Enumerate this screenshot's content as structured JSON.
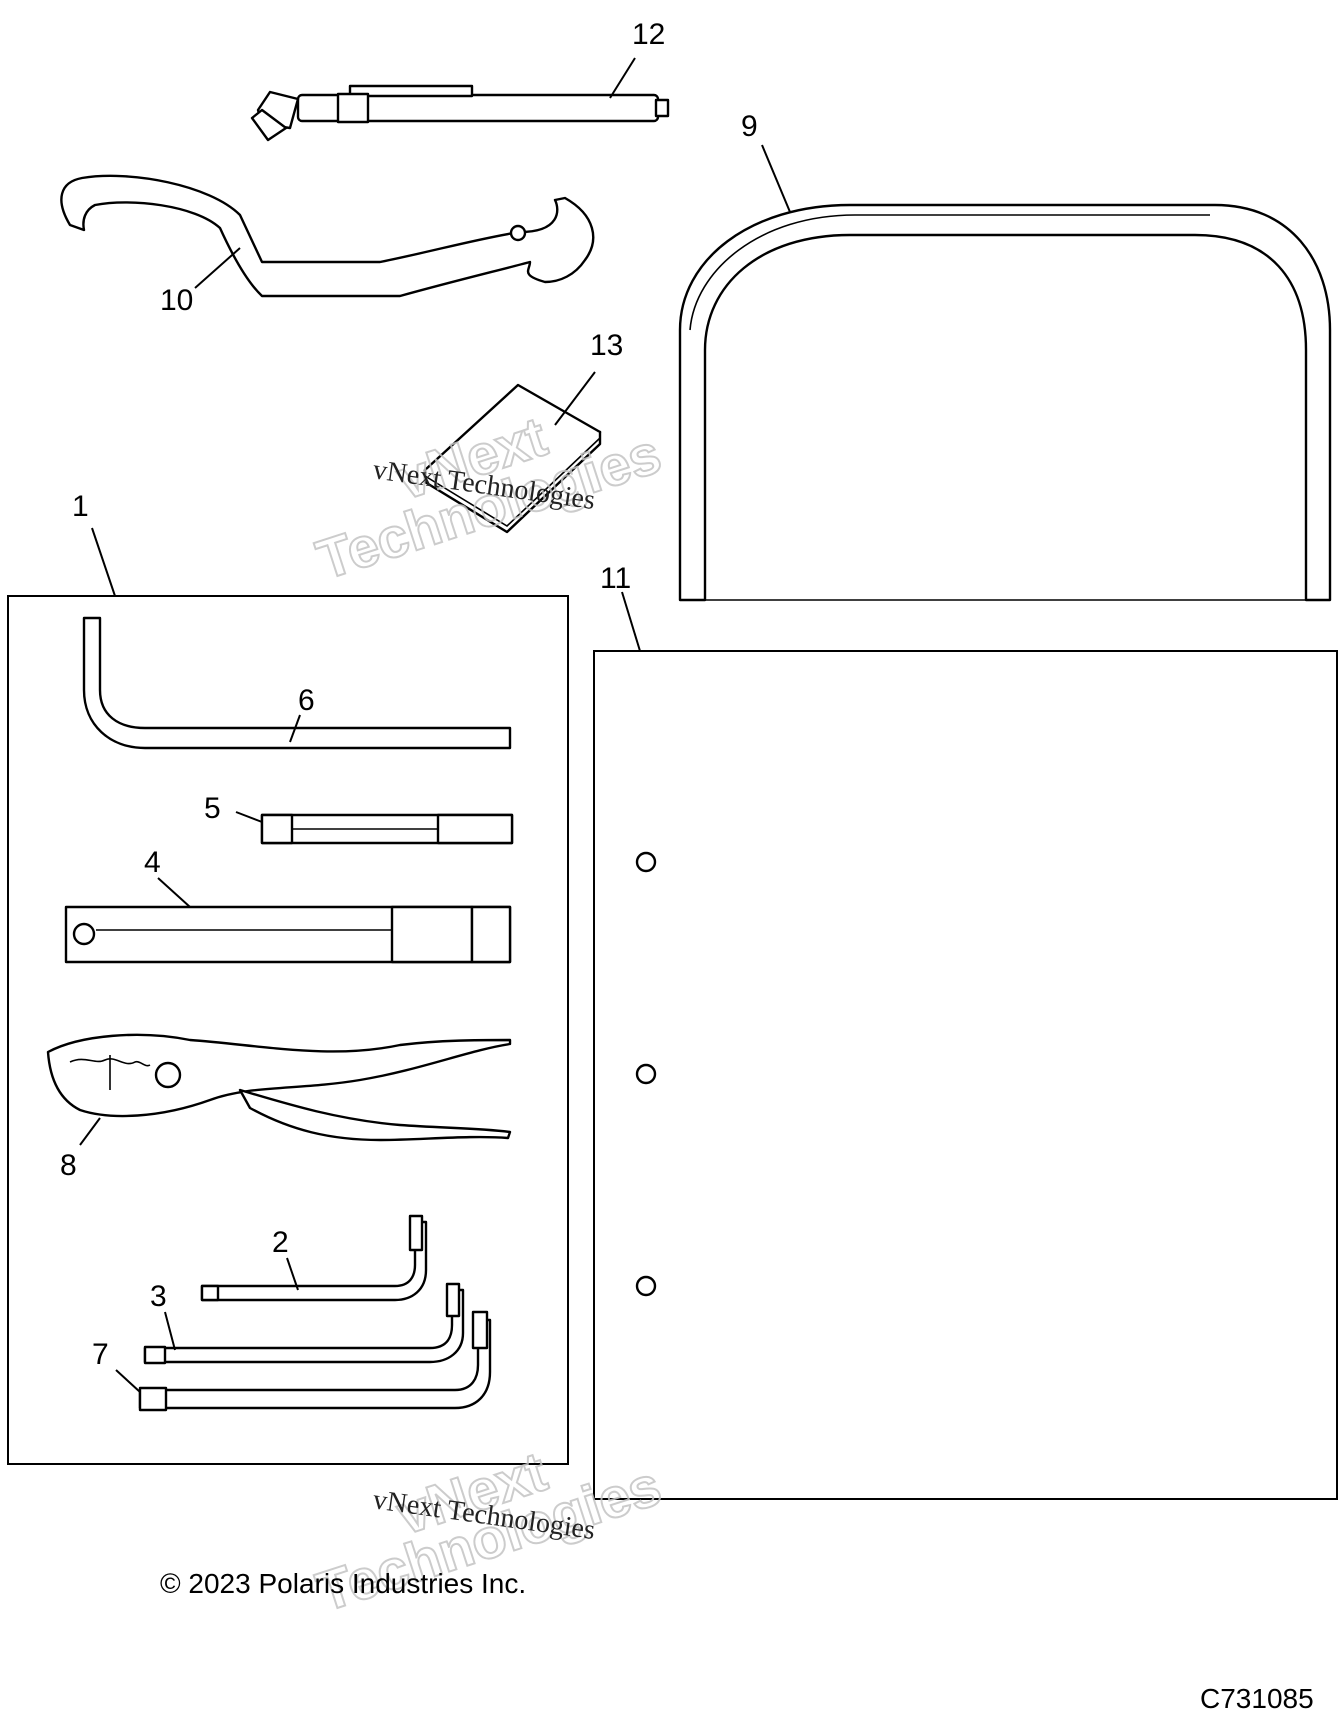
{
  "diagram": {
    "callouts": {
      "c1": "1",
      "c2": "2",
      "c3": "3",
      "c4": "4",
      "c5": "5",
      "c6": "6",
      "c7": "7",
      "c8": "8",
      "c9": "9",
      "c10": "10",
      "c11": "11",
      "c12": "12",
      "c13": "13"
    },
    "watermark": {
      "line_serif": "vNext Technologies",
      "line_outline_1": "vNext",
      "line_outline_2": "Technologies"
    },
    "copyright": "© 2023 Polaris Industries Inc.",
    "figure_code": "C731085"
  },
  "colors": {
    "line": "#000000",
    "background": "#ffffff",
    "watermark_outline": "#c4c4c4"
  }
}
